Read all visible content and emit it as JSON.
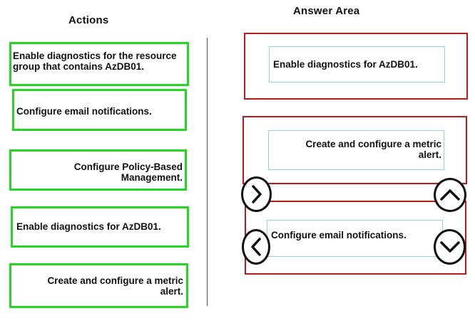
{
  "actions_panel": {
    "heading": "Actions",
    "items": [
      {
        "label": "Enable diagnostics for the resource\ngroup that contains AzDB01."
      },
      {
        "label": "Configure email notifications."
      },
      {
        "label": "Configure Policy-Based\nManagement."
      },
      {
        "label": "Enable diagnostics for AzDB01."
      },
      {
        "label": "Create and configure a metric\nalert."
      }
    ]
  },
  "answer_panel": {
    "heading": "Answer Area",
    "items": [
      {
        "label": "Enable diagnostics for AzDB01."
      },
      {
        "label": "Create and configure a metric\nalert."
      },
      {
        "label": "Configure email notifications."
      }
    ]
  },
  "controls": {
    "move_right_icon": "chevron-right-icon",
    "move_left_icon": "chevron-left-icon",
    "move_up_icon": "chevron-up-icon",
    "move_down_icon": "chevron-down-icon"
  },
  "colors": {
    "action_border": "#25d625",
    "slot_border": "#b51d1d",
    "answer_card_border": "#8fd6dd"
  }
}
